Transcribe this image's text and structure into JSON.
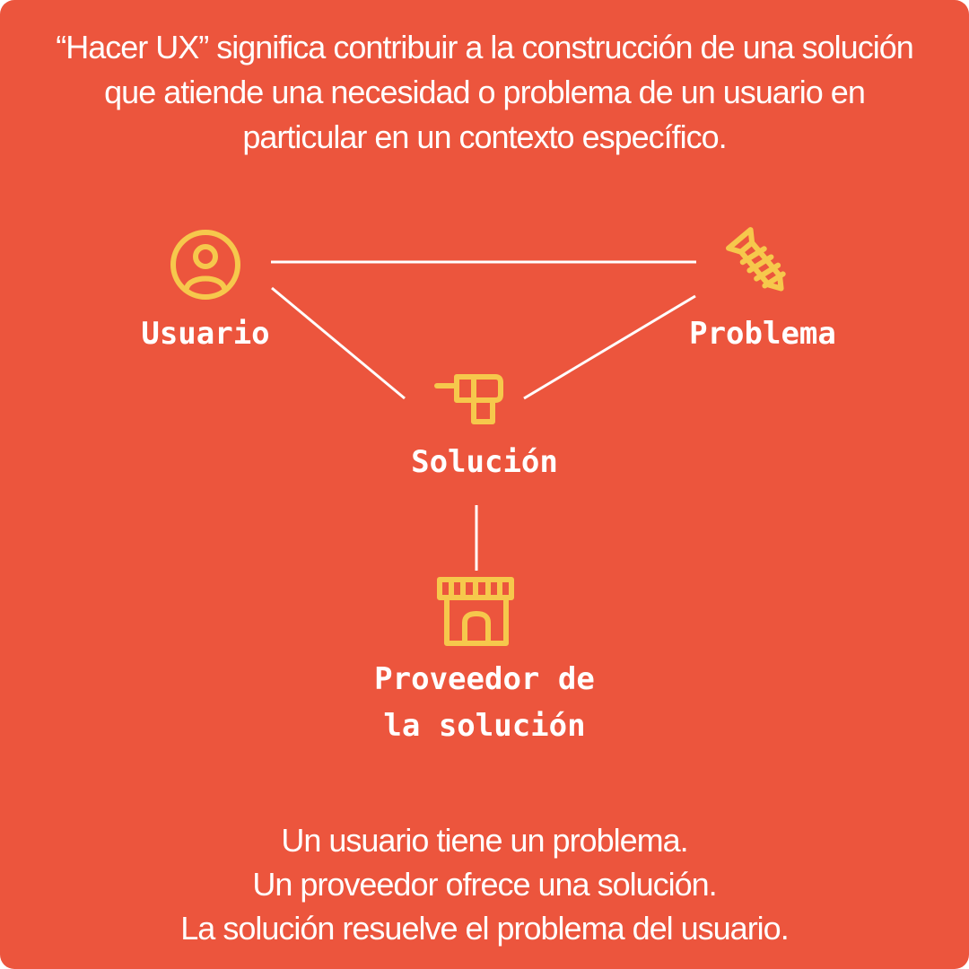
{
  "intro_text": "“Hacer UX” significa contribuir a la construcción de una solución que atiende una necesidad o problema de un usuario en particular en un contexto específico.",
  "nodes": {
    "usuario": {
      "label": "Usuario",
      "icon": "user-circle-icon"
    },
    "problema": {
      "label": "Problema",
      "icon": "screw-icon"
    },
    "solucion": {
      "label": "Solución",
      "icon": "drill-icon"
    },
    "proveedor": {
      "label_line1": "Proveedor de",
      "label_line2": "la solución",
      "icon": "storefront-icon"
    }
  },
  "outro_lines": [
    "Un usuario tiene un problema.",
    "Un proveedor ofrece una solución.",
    "La solución resuelve el problema del usuario."
  ],
  "colors": {
    "background": "#ec553d",
    "icon": "#f6c84c",
    "text": "#ffffff",
    "lines": "#ffffff"
  }
}
